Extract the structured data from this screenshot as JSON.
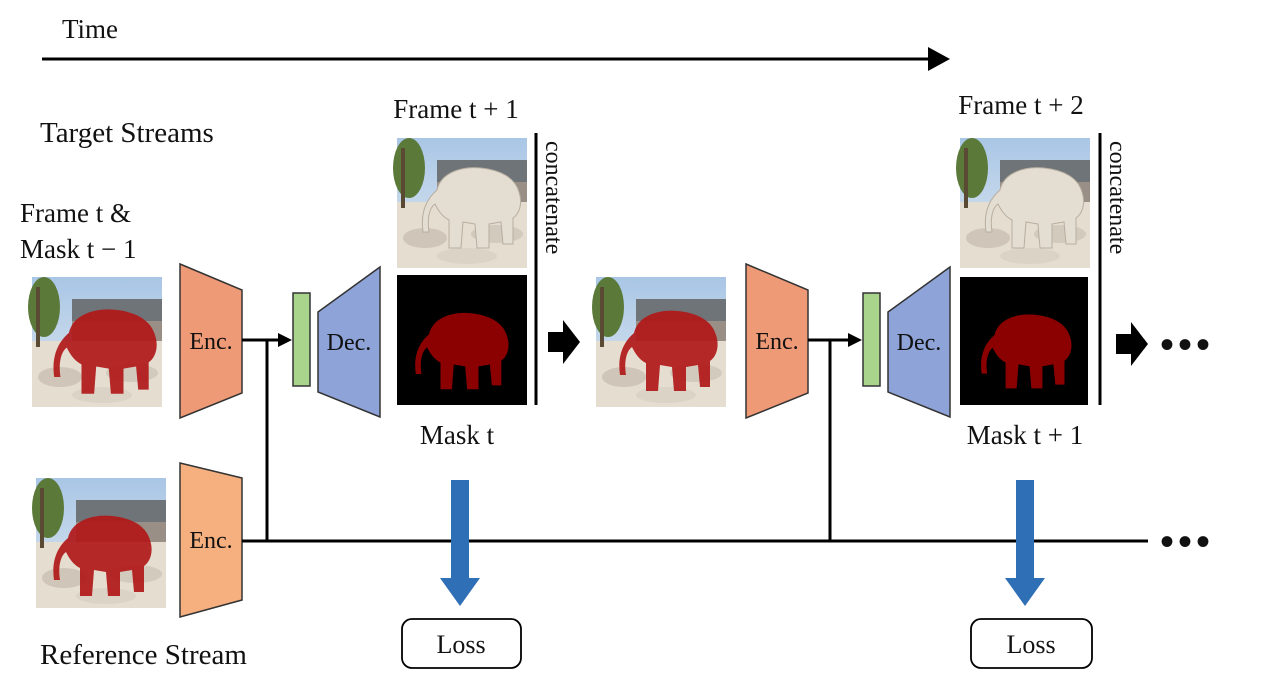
{
  "time_label": "Time",
  "streams": {
    "target": "Target Streams",
    "reference": "Reference Stream"
  },
  "inputs": {
    "frame_mask_line1": "Frame t &",
    "frame_mask_line2": "Mask t − 1"
  },
  "frames": [
    {
      "label": "Frame t + 1",
      "mask_label": "Mask t"
    },
    {
      "label": "Frame t + 2",
      "mask_label": "Mask t + 1"
    }
  ],
  "blocks": {
    "encoder": "Enc.",
    "decoder": "Dec.",
    "loss": "Loss",
    "concat": "concatenate",
    "ellipsis": "•••"
  },
  "colors": {
    "encoder_target": "#ef9a77",
    "encoder_reference": "#f6b07f",
    "decoder": "#8ea4d9",
    "adapter": "#a8d48c",
    "loss_arrow": "#2f6fb5",
    "mask_red": "#8b0000",
    "line": "#000000"
  }
}
